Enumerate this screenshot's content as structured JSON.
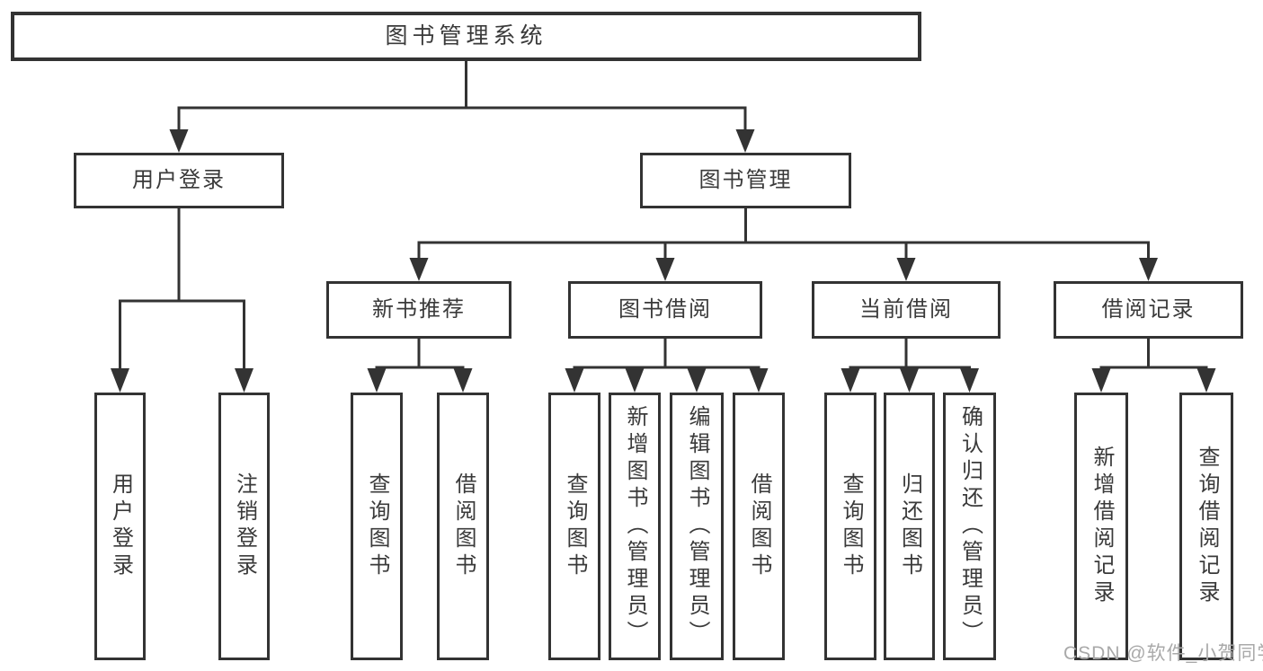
{
  "diagram": {
    "root": "图书管理系统",
    "user_login": {
      "label": "用户登录",
      "children": [
        "用户登录",
        "注销登录"
      ]
    },
    "book_management": {
      "label": "图书管理",
      "children": [
        {
          "label": "新书推荐",
          "children": [
            "查询图书",
            "借阅图书"
          ]
        },
        {
          "label": "图书借阅",
          "children": [
            "查询图书",
            "新增图书（管理员）",
            "编辑图书（管理员）",
            "借阅图书"
          ]
        },
        {
          "label": "当前借阅",
          "children": [
            "查询图书",
            "归还图书",
            "确认归还（管理员）"
          ]
        },
        {
          "label": "借阅记录",
          "children": [
            "新增借阅记录",
            "查询借阅记录"
          ]
        }
      ]
    }
  },
  "watermark": "CSDN @软件_小贺同学",
  "colors": {
    "line": "#333333",
    "text": "#3a3a3a",
    "watermark": "#a9a9a9",
    "background": "#ffffff"
  }
}
